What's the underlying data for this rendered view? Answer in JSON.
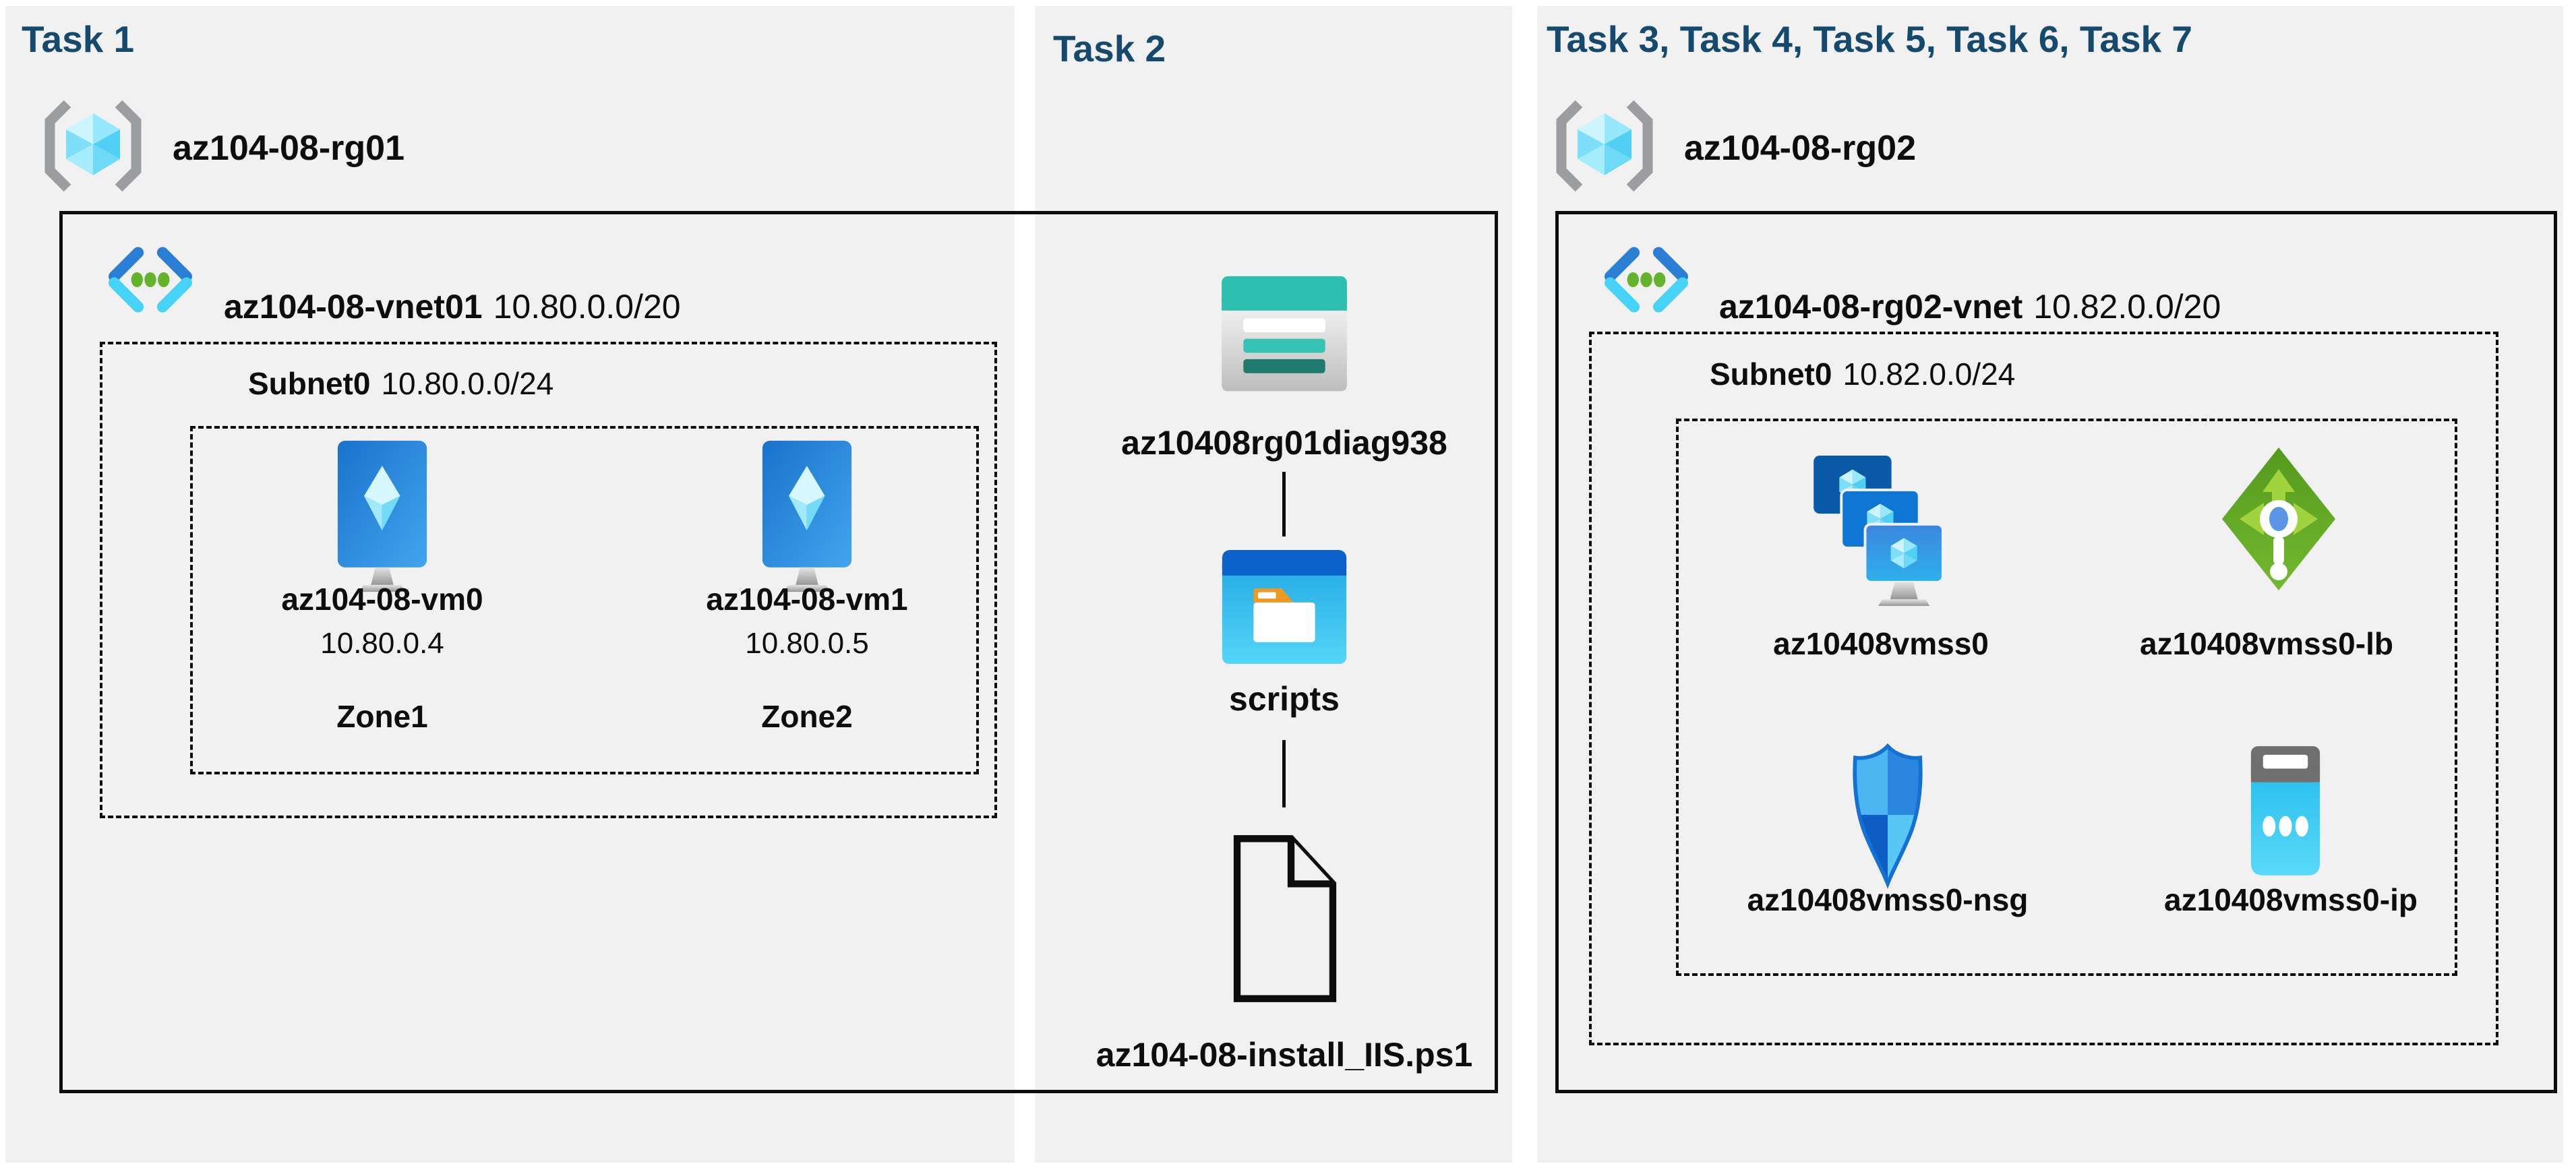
{
  "app": {
    "background": "#ffffff",
    "panel_background": "#f1f1f1",
    "title_color": "#164a6d",
    "text_color": "#0d0d0d"
  },
  "task1": {
    "title": "Task 1",
    "resource_group": "az104-08-rg01",
    "vnet_name": "az104-08-vnet01",
    "vnet_cidr": "10.80.0.0/20",
    "subnet_name": "Subnet0",
    "subnet_cidr": "10.80.0.0/24",
    "vm0_name": "az104-08-vm0",
    "vm0_ip": "10.80.0.4",
    "vm0_zone": "Zone1",
    "vm1_name": "az104-08-vm1",
    "vm1_ip": "10.80.0.5",
    "vm1_zone": "Zone2"
  },
  "task2": {
    "title": "Task 2",
    "storage_account": "az10408rg01diag938",
    "folder": "scripts",
    "script_file": "az104-08-install_IIS.ps1"
  },
  "task3": {
    "title": "Task 3, Task 4, Task 5, Task 6, Task 7",
    "resource_group": "az104-08-rg02",
    "vnet_name": "az104-08-rg02-vnet",
    "vnet_cidr": "10.82.0.0/20",
    "subnet_name": "Subnet0",
    "subnet_cidr": "10.82.0.0/24",
    "vmss": "az10408vmss0",
    "load_balancer": "az10408vmss0-lb",
    "nsg": "az10408vmss0-nsg",
    "public_ip": "az10408vmss0-ip"
  }
}
